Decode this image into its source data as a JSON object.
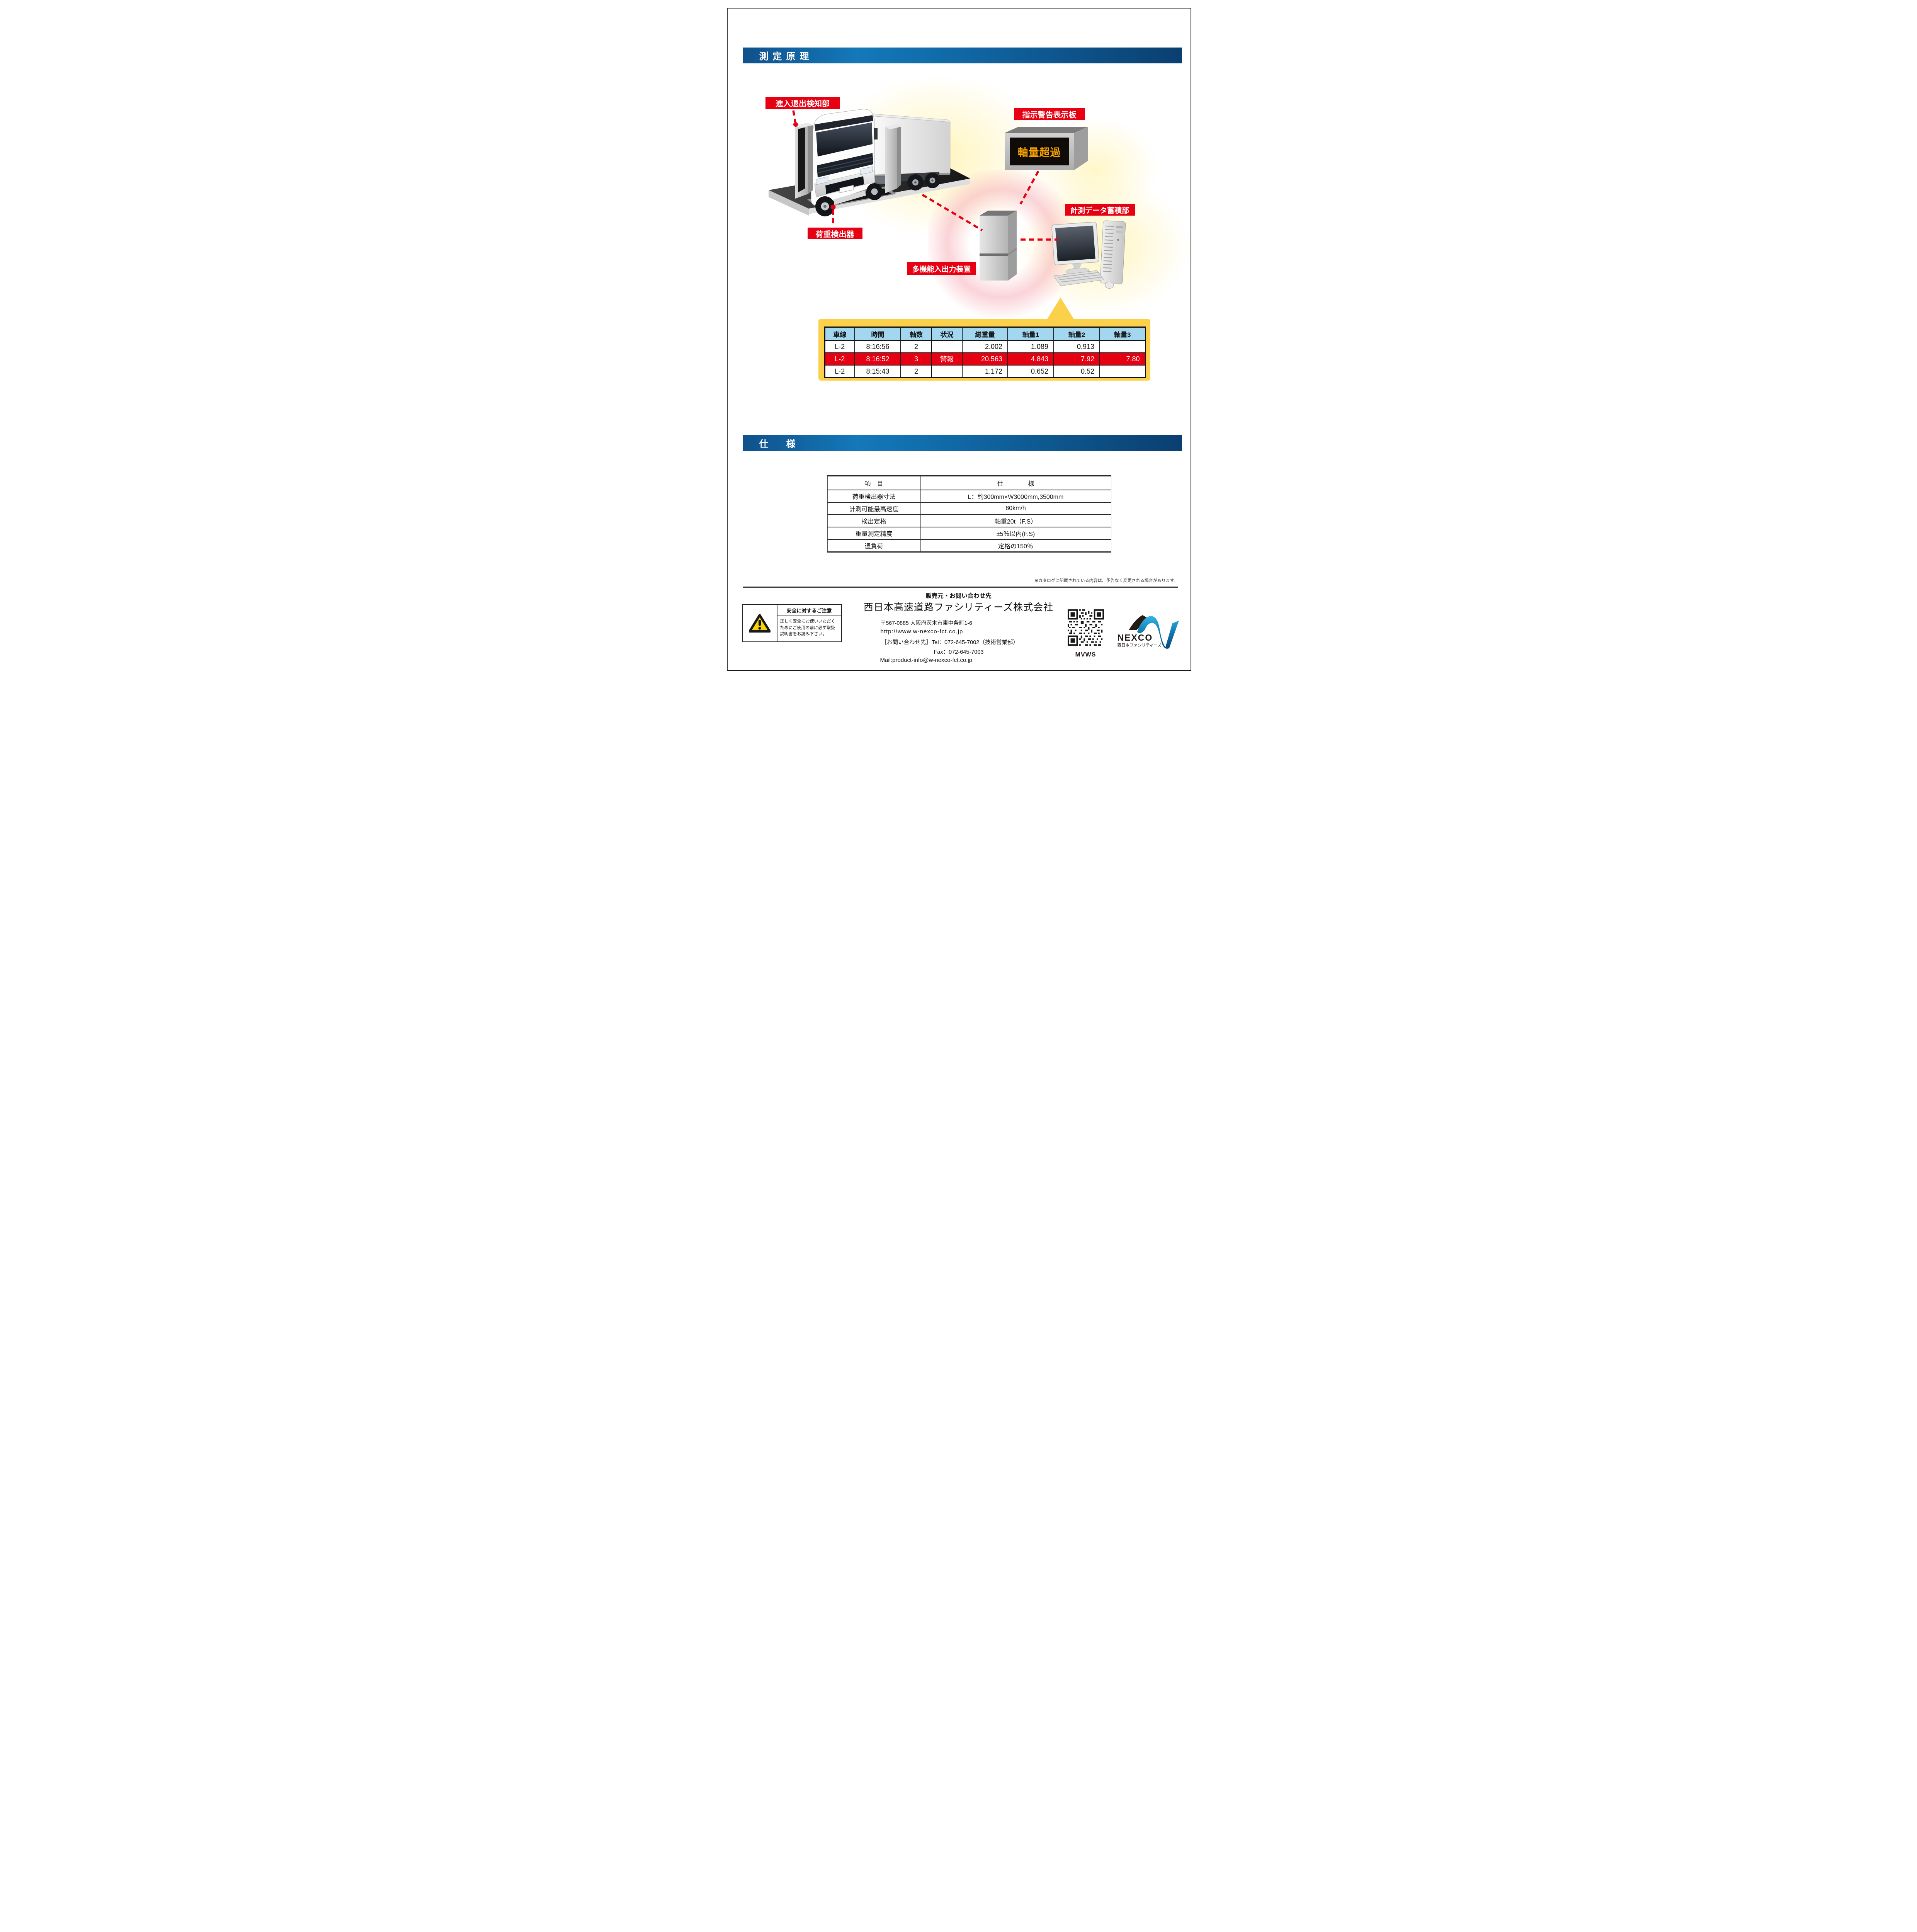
{
  "colors": {
    "accent_red": "#e60012",
    "bar_blue_mid": "#1478b9",
    "table_header_blue": "#a3d7f0",
    "alarm_row_red": "#e60012",
    "callout_yellow": "#fbd04a",
    "board_text_orange": "#f6a200",
    "nexco_cyan": "#2fb4e9"
  },
  "sections": {
    "principle_title": "測定原理",
    "spec_title": "仕　様"
  },
  "diagram": {
    "labels": {
      "entry_exit_detector": "進入退出検知部",
      "warning_display_board": "指示警告表示板",
      "measurement_data_storage": "計測データ蓄積部",
      "load_detector": "荷重検出器",
      "multifunction_io_device": "多機能入出力装置"
    },
    "board_message": "軸量超過",
    "result_table": {
      "headers": [
        "車線",
        "時間",
        "軸数",
        "状況",
        "総重量",
        "軸量1",
        "軸量2",
        "軸量3"
      ],
      "rows": [
        [
          "L-2",
          "8:16:56",
          "2",
          "",
          "2.002",
          "1.089",
          "0.913",
          ""
        ],
        [
          "L-2",
          "8:16:52",
          "3",
          "警報",
          "20.563",
          "4.843",
          "7.92",
          "7.80"
        ],
        [
          "L-2",
          "8:15:43",
          "2",
          "",
          "1.172",
          "0.652",
          "0.52",
          ""
        ]
      ],
      "alarm_row_index": 1
    }
  },
  "specs": {
    "col_headers": [
      "項　目",
      "仕　　　　様"
    ],
    "rows": [
      [
        "荷重検出器寸法",
        "L：約300mm×W3000mm,3500mm"
      ],
      [
        "計測可能最高速度",
        "80km/h"
      ],
      [
        "検出定格",
        "軸重20t（F.S）"
      ],
      [
        "重量測定精度",
        "±5％以内(F.S)"
      ],
      [
        "過負荷",
        "定格の150％"
      ]
    ]
  },
  "footer": {
    "note": "※カタログに記載されている内容は、予告なく変更される場合があります。",
    "contact_heading": "販売元・お問い合わせ先",
    "company_name": "西日本高速道路ファシリティーズ株式会社",
    "postal_address": "〒567-0885 大阪府茨木市東中条町1-6",
    "website_url": "http://www.w-nexco-fct.co.jp",
    "tel_line": "［お問い合わせ先］Tel：072-645-7002（技術営業部）",
    "fax_line": "Fax：072-645-7003",
    "mail_line": "Mail:product-info@w-nexco-fct.co.jp",
    "product_code": "MVWS",
    "safety_notice": {
      "title": "安全に対するご注意",
      "body": "正しく安全にお使いいただくためにご使用の前に必ず取扱説明書をお読み下さい。"
    },
    "nexco_logo": {
      "brand": "NEXCO",
      "subtitle": "西日本ファシリティーズ"
    }
  }
}
